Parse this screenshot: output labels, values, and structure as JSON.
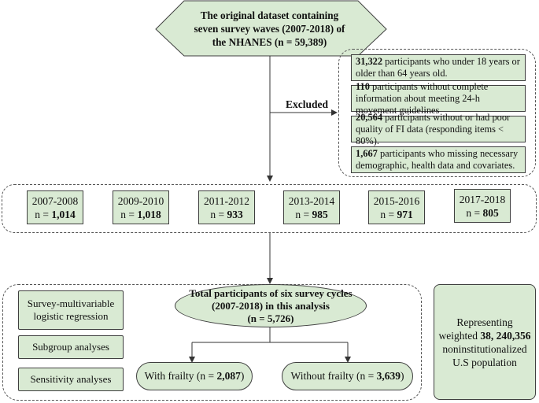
{
  "source": {
    "title_lines": [
      "The original dataset containing",
      "seven survey waves (2007-2018) of",
      "the NHANES (n = 59,389)"
    ]
  },
  "excluded_label": "Excluded",
  "exclusions": [
    {
      "count": "31,322",
      "text": " participants who under 18 years or older than 64 years old."
    },
    {
      "count": "110",
      "text": " participants without complete information about meeting 24-h movement guidelines"
    },
    {
      "count": "20,564",
      "text": " participants without or had poor quality of FI data (responding items < 80%)."
    },
    {
      "count": "1,667",
      "text": " participants who missing necessary demographic, health data and covariates."
    }
  ],
  "waves": [
    {
      "years": "2007-2008",
      "n_prefix": "n = ",
      "n": "1,014"
    },
    {
      "years": "2009-2010",
      "n_prefix": "n = ",
      "n": "1,018"
    },
    {
      "years": "2011-2012",
      "n_prefix": "n = ",
      "n": "933"
    },
    {
      "years": "2013-2014",
      "n_prefix": "n = ",
      "n": "985"
    },
    {
      "years": "2015-2016",
      "n_prefix": "n = ",
      "n": "971"
    },
    {
      "years": "2017-2018",
      "n_prefix": "n = ",
      "n": "805"
    }
  ],
  "methods": [
    {
      "line1": "Survey-multivariable",
      "line2": "logistic regression"
    },
    {
      "line1": "Subgroup analyses",
      "line2": ""
    },
    {
      "line1": "Sensitivity analyses",
      "line2": ""
    }
  ],
  "total": {
    "lines": [
      "Total participants of six survey cycles",
      "(2007-2018) in this analysis",
      "(n = 5,726)"
    ]
  },
  "frailty": {
    "with_prefix": "With frailty (n = ",
    "with_n": "2,087",
    "with_suffix": ")",
    "without_prefix": "Without frailty (n = ",
    "without_n": "3,639",
    "without_suffix": ")"
  },
  "representing": {
    "line1": "Representing",
    "line2_prefix": "weighted ",
    "line2_value": "38, 240,356",
    "line3": "noninstitutionalized",
    "line4": "U.S population"
  },
  "colors": {
    "fill": "#d9ead3",
    "border": "#3f3f3f",
    "dash": "#555555"
  }
}
